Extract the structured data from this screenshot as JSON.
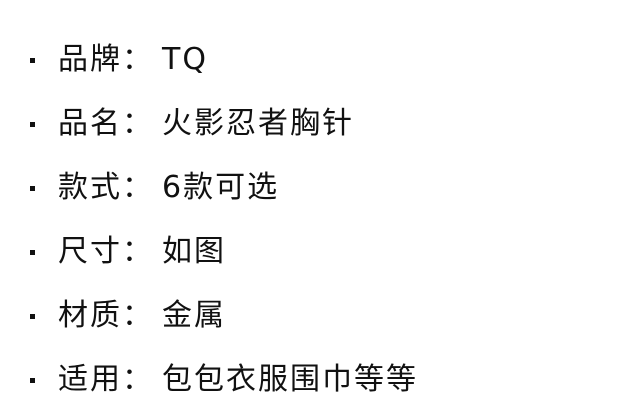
{
  "specs": [
    {
      "label": "品牌",
      "separator": "：",
      "value": "TQ"
    },
    {
      "label": "品名",
      "separator": "：",
      "value": "火影忍者胸针"
    },
    {
      "label": "款式",
      "separator": "：",
      "value": "6款可选"
    },
    {
      "label": "尺寸",
      "separator": "：",
      "value": "如图"
    },
    {
      "label": "材质",
      "separator": "：",
      "value": "金属"
    },
    {
      "label": "适用",
      "separator": "：",
      "value": "包包衣服围巾等等"
    }
  ]
}
